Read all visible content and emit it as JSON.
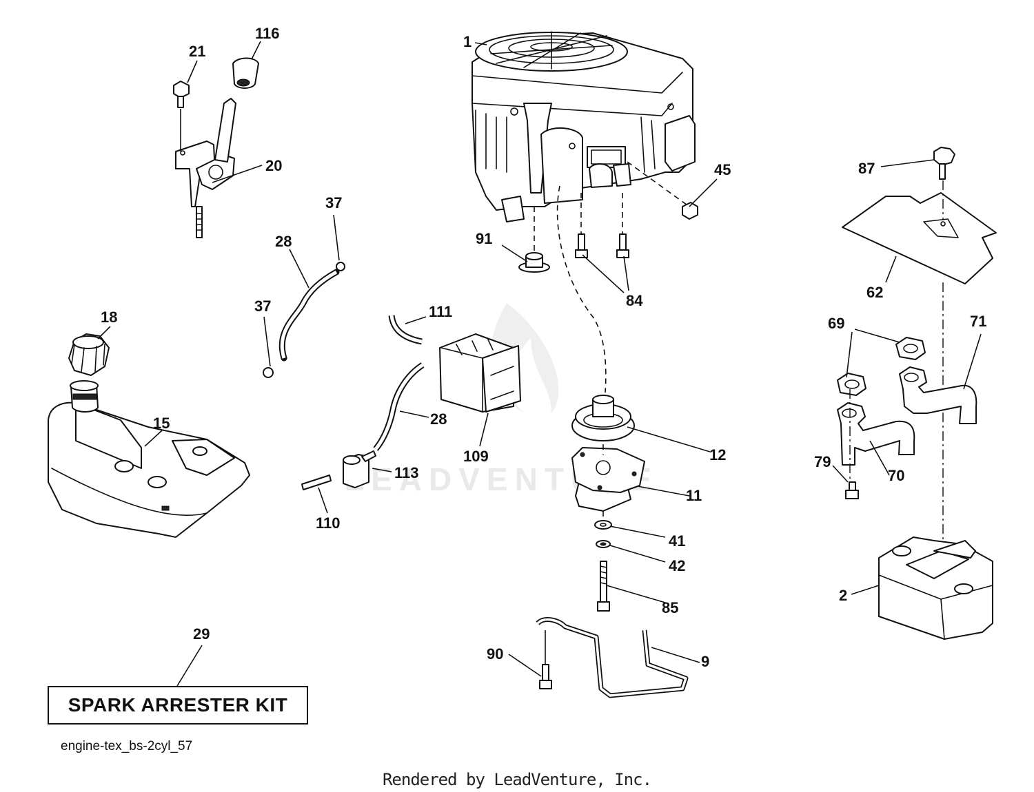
{
  "watermark": "LEADVENTURE",
  "parts": {
    "p1": "1",
    "p2": "2",
    "p9": "9",
    "p11": "11",
    "p12": "12",
    "p15": "15",
    "p18": "18",
    "p20": "20",
    "p21": "21",
    "p28a": "28",
    "p28b": "28",
    "p29": "29",
    "p37a": "37",
    "p37b": "37",
    "p41": "41",
    "p42": "42",
    "p45": "45",
    "p62": "62",
    "p69": "69",
    "p70": "70",
    "p71": "71",
    "p79": "79",
    "p84": "84",
    "p85": "85",
    "p87": "87",
    "p90": "90",
    "p91": "91",
    "p109": "109",
    "p110": "110",
    "p111": "111",
    "p113": "113",
    "p116": "116"
  },
  "kit_label": "SPARK ARRESTER KIT",
  "diagram_id": "engine-tex_bs-2cyl_57",
  "footer": "Rendered by LeadVenture, Inc."
}
